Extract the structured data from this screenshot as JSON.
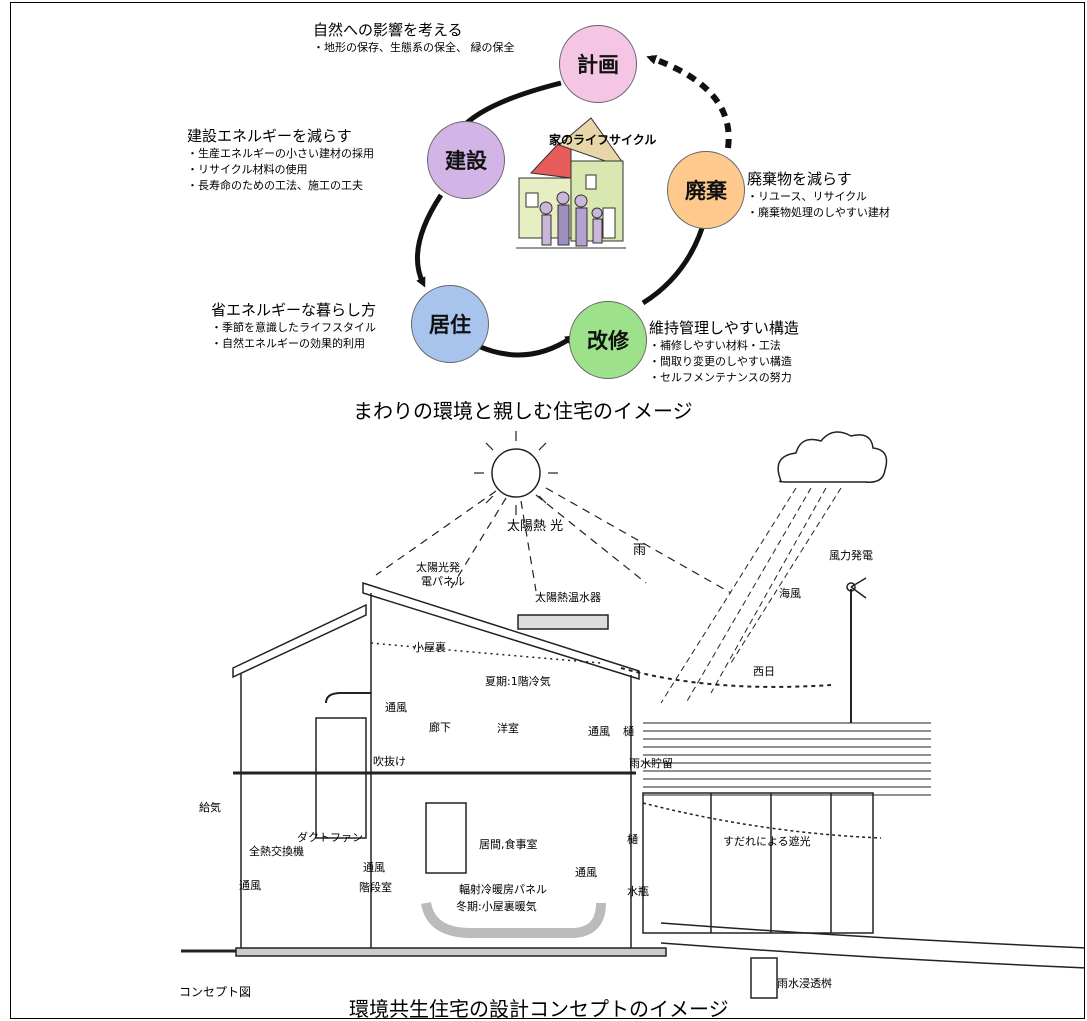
{
  "lifecycle": {
    "center_label": "家のライフサイクル",
    "stages": [
      {
        "name": "計画",
        "color": "#f4c6e4"
      },
      {
        "name": "建設",
        "color": "#d2b5e6"
      },
      {
        "name": "居住",
        "color": "#a8c3ec"
      },
      {
        "name": "改修",
        "color": "#9de28b"
      },
      {
        "name": "廃棄",
        "color": "#fdc98d"
      }
    ],
    "notes": {
      "plan": {
        "title": "自然への影響を考える",
        "lines": [
          "・地形の保存、生態系の保全、 緑の保全"
        ]
      },
      "build": {
        "title": "建設エネルギーを減らす",
        "lines": [
          "・生産エネルギーの小さい建材の採用",
          "・リサイクル材料の使用",
          "・長寿命のための工法、施工の工夫"
        ]
      },
      "live": {
        "title": "省エネルギーな暮らし方",
        "lines": [
          "・季節を意識したライフスタイル",
          "・自然エネルギーの効果的利用"
        ]
      },
      "renovate": {
        "title": "維持管理しやすい構造",
        "lines": [
          "・補修しやすい材料・工法",
          "・間取り変更のしやすい構造",
          "・セルフメンテナンスの努力"
        ]
      },
      "dispose": {
        "title": "廃棄物を減らす",
        "lines": [
          "・リユース、リサイクル",
          "・廃棄物処理のしやすい建材"
        ]
      }
    },
    "caption": "まわりの環境と親しむ住宅のイメージ"
  },
  "concept": {
    "labels": {
      "sun": "太陽熱 光",
      "rain": "雨",
      "pv": "太陽光発",
      "pv2": "電パネル",
      "solar_water": "太陽熱温水器",
      "wind_power": "風力発電",
      "sea_wind": "海風",
      "west_sun": "西日",
      "attic": "小屋裏",
      "summer": "夏期:1階冷気",
      "vent1": "通風",
      "corridor": "廊下",
      "western_room": "洋室",
      "vent2": "通風",
      "gutter1": "樋",
      "rain_storage": "雨水貯留",
      "void": "吹抜け",
      "supply": "給気",
      "duct_fan": "ダクトファン",
      "heat_exchanger": "全熱交換機",
      "living": "居間,食事室",
      "vent3": "通風",
      "stair": "階段室",
      "radiant": "輻射冷暖房パネル",
      "vent4": "通風",
      "winter": "冬期:小屋裏暖気",
      "vent5": "通風",
      "gutter2": "樋",
      "water_jar": "水瓶",
      "reed_screen": "すだれによる遮光",
      "rain_infiltration": "雨水浸透桝",
      "concept_fig": "コンセプト図"
    },
    "caption": "環境共生住宅の設計コンセプトのイメージ"
  }
}
